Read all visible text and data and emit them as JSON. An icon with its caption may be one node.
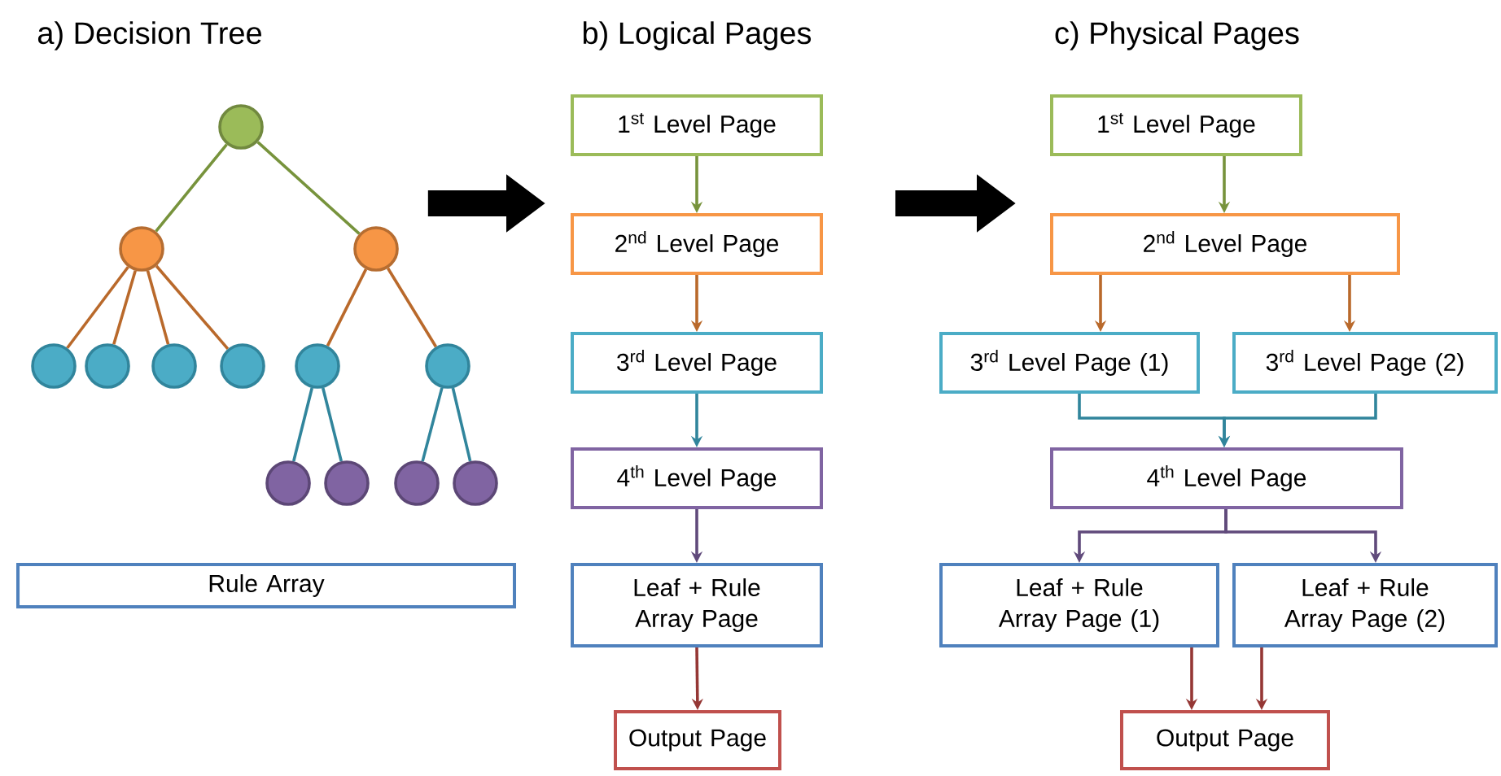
{
  "diagram": {
    "nodes": [
      {
        "text": [],
        "shape": "circle"
      },
      {
        "text": [],
        "shape": "circle"
      },
      {
        "text": [],
        "shape": "circle"
      },
      {
        "text": [],
        "shape": "circle"
      },
      {
        "text": [],
        "shape": "circle"
      },
      {
        "text": [],
        "shape": "circle"
      },
      {
        "text": [],
        "shape": "circle"
      },
      {
        "text": [],
        "shape": "circle"
      },
      {
        "text": [],
        "shape": "circle"
      },
      {
        "text": [],
        "shape": "circle"
      },
      {
        "text": [],
        "shape": "circle"
      },
      {
        "text": [],
        "shape": "circle"
      },
      {
        "text": [],
        "shape": "circle"
      },
      {
        "text": [
          "Rule Array"
        ]
      },
      {
        "text": [
          "1$^{st}$ Level Page"
        ]
      },
      {
        "text": [
          "2$^{nd}$ Level Page"
        ]
      },
      {
        "text": [
          "3$^{rd}$ Level Page"
        ]
      },
      {
        "text": [
          "4$^{th}$ Level Page"
        ]
      },
      {
        "text": [
          "Leaf + Rule Array Page"
        ]
      },
      {
        "text": [
          "Output Page"
        ]
      },
      {
        "text": [
          "1$^{st}$ Level Page"
        ]
      },
      {
        "text": [
          "2$^{nd}$ Level Page"
        ]
      },
      {
        "text": [
          "3$^{rd}$ Level Page (1)"
        ]
      },
      {
        "text": [
          "3$^{rd}$ Level Page (2)"
        ]
      },
      {
        "text": [
          "4$^{th}$ Level Page"
        ]
      },
      {
        "text": [
          "Leaf + Rule Array Page (1)"
        ]
      },
      {
        "text": [
          "Leaf + Rule Array Page (2)"
        ]
      },
      {
        "text": [
          "Output Page"
        ]
      }
    ],
    "edges": [
      {
        "from": 0,
        "to": 1,
        "arrow": "none",
        "color": "#77933c"
      },
      {
        "from": 0,
        "to": 2,
        "arrow": "none",
        "color": "#77933c"
      },
      {
        "from": 1,
        "to": 3,
        "arrow": "none",
        "color": "#b9692b"
      },
      {
        "from": 1,
        "to": 4,
        "arrow": "none",
        "color": "#b9692b"
      },
      {
        "from": 1,
        "to": 5,
        "arrow": "none",
        "color": "#b9692b"
      },
      {
        "from": 1,
        "to": 6,
        "arrow": "none",
        "color": "#b9692b"
      },
      {
        "from": 2,
        "to": 7,
        "arrow": "none",
        "color": "#b9692b"
      },
      {
        "from": 2,
        "to": 8,
        "arrow": "none",
        "color": "#b9692b"
      },
      {
        "from": 7,
        "to": 9,
        "arrow": "none",
        "color": "#31859c"
      },
      {
        "from": 7,
        "to": 10,
        "arrow": "none",
        "color": "#31859c"
      },
      {
        "from": 8,
        "to": 11,
        "arrow": "none",
        "color": "#31859c"
      },
      {
        "from": 8,
        "to": 12,
        "arrow": "none",
        "color": "#31859c"
      },
      {
        "from": 2,
        "to": 15,
        "arrow": "to",
        "style": "thick",
        "color": "#000000"
      },
      {
        "from": 15,
        "to": 21,
        "arrow": "to",
        "style": "thick",
        "color": "#000000"
      },
      {
        "from": 14,
        "to": 15,
        "arrow": "to",
        "color": "#77933c"
      },
      {
        "from": 15,
        "to": 16,
        "arrow": "to",
        "color": "#b9692b"
      },
      {
        "from": 16,
        "to": 17,
        "arrow": "to",
        "color": "#31859c"
      },
      {
        "from": 17,
        "to": 18,
        "arrow": "to",
        "color": "#604a7b"
      },
      {
        "from": 18,
        "to": 19,
        "arrow": "to",
        "color": "#953735"
      },
      {
        "from": 20,
        "to": 21,
        "arrow": "to",
        "color": "#77933c"
      },
      {
        "from": 21,
        "to": 22,
        "arrow": "to",
        "color": "#b9692b"
      },
      {
        "from": 21,
        "to": 23,
        "arrow": "to",
        "color": "#b9692b"
      },
      {
        "from": 22,
        "to": 24,
        "arrow": "to",
        "color": "#31859c"
      },
      {
        "from": 23,
        "to": 24,
        "arrow": "to",
        "color": "#31859c"
      },
      {
        "from": 24,
        "to": 25,
        "arrow": "to",
        "color": "#604a7b"
      },
      {
        "from": 24,
        "to": 26,
        "arrow": "to",
        "color": "#604a7b"
      },
      {
        "from": 25,
        "to": 27,
        "arrow": "to",
        "color": "#953735"
      },
      {
        "from": 26,
        "to": 27,
        "arrow": "to",
        "color": "#953735"
      }
    ],
    "labels": [
      "a) Decision Tree",
      "b) Logical Pages",
      "c) Physical Pages"
    ]
  }
}
